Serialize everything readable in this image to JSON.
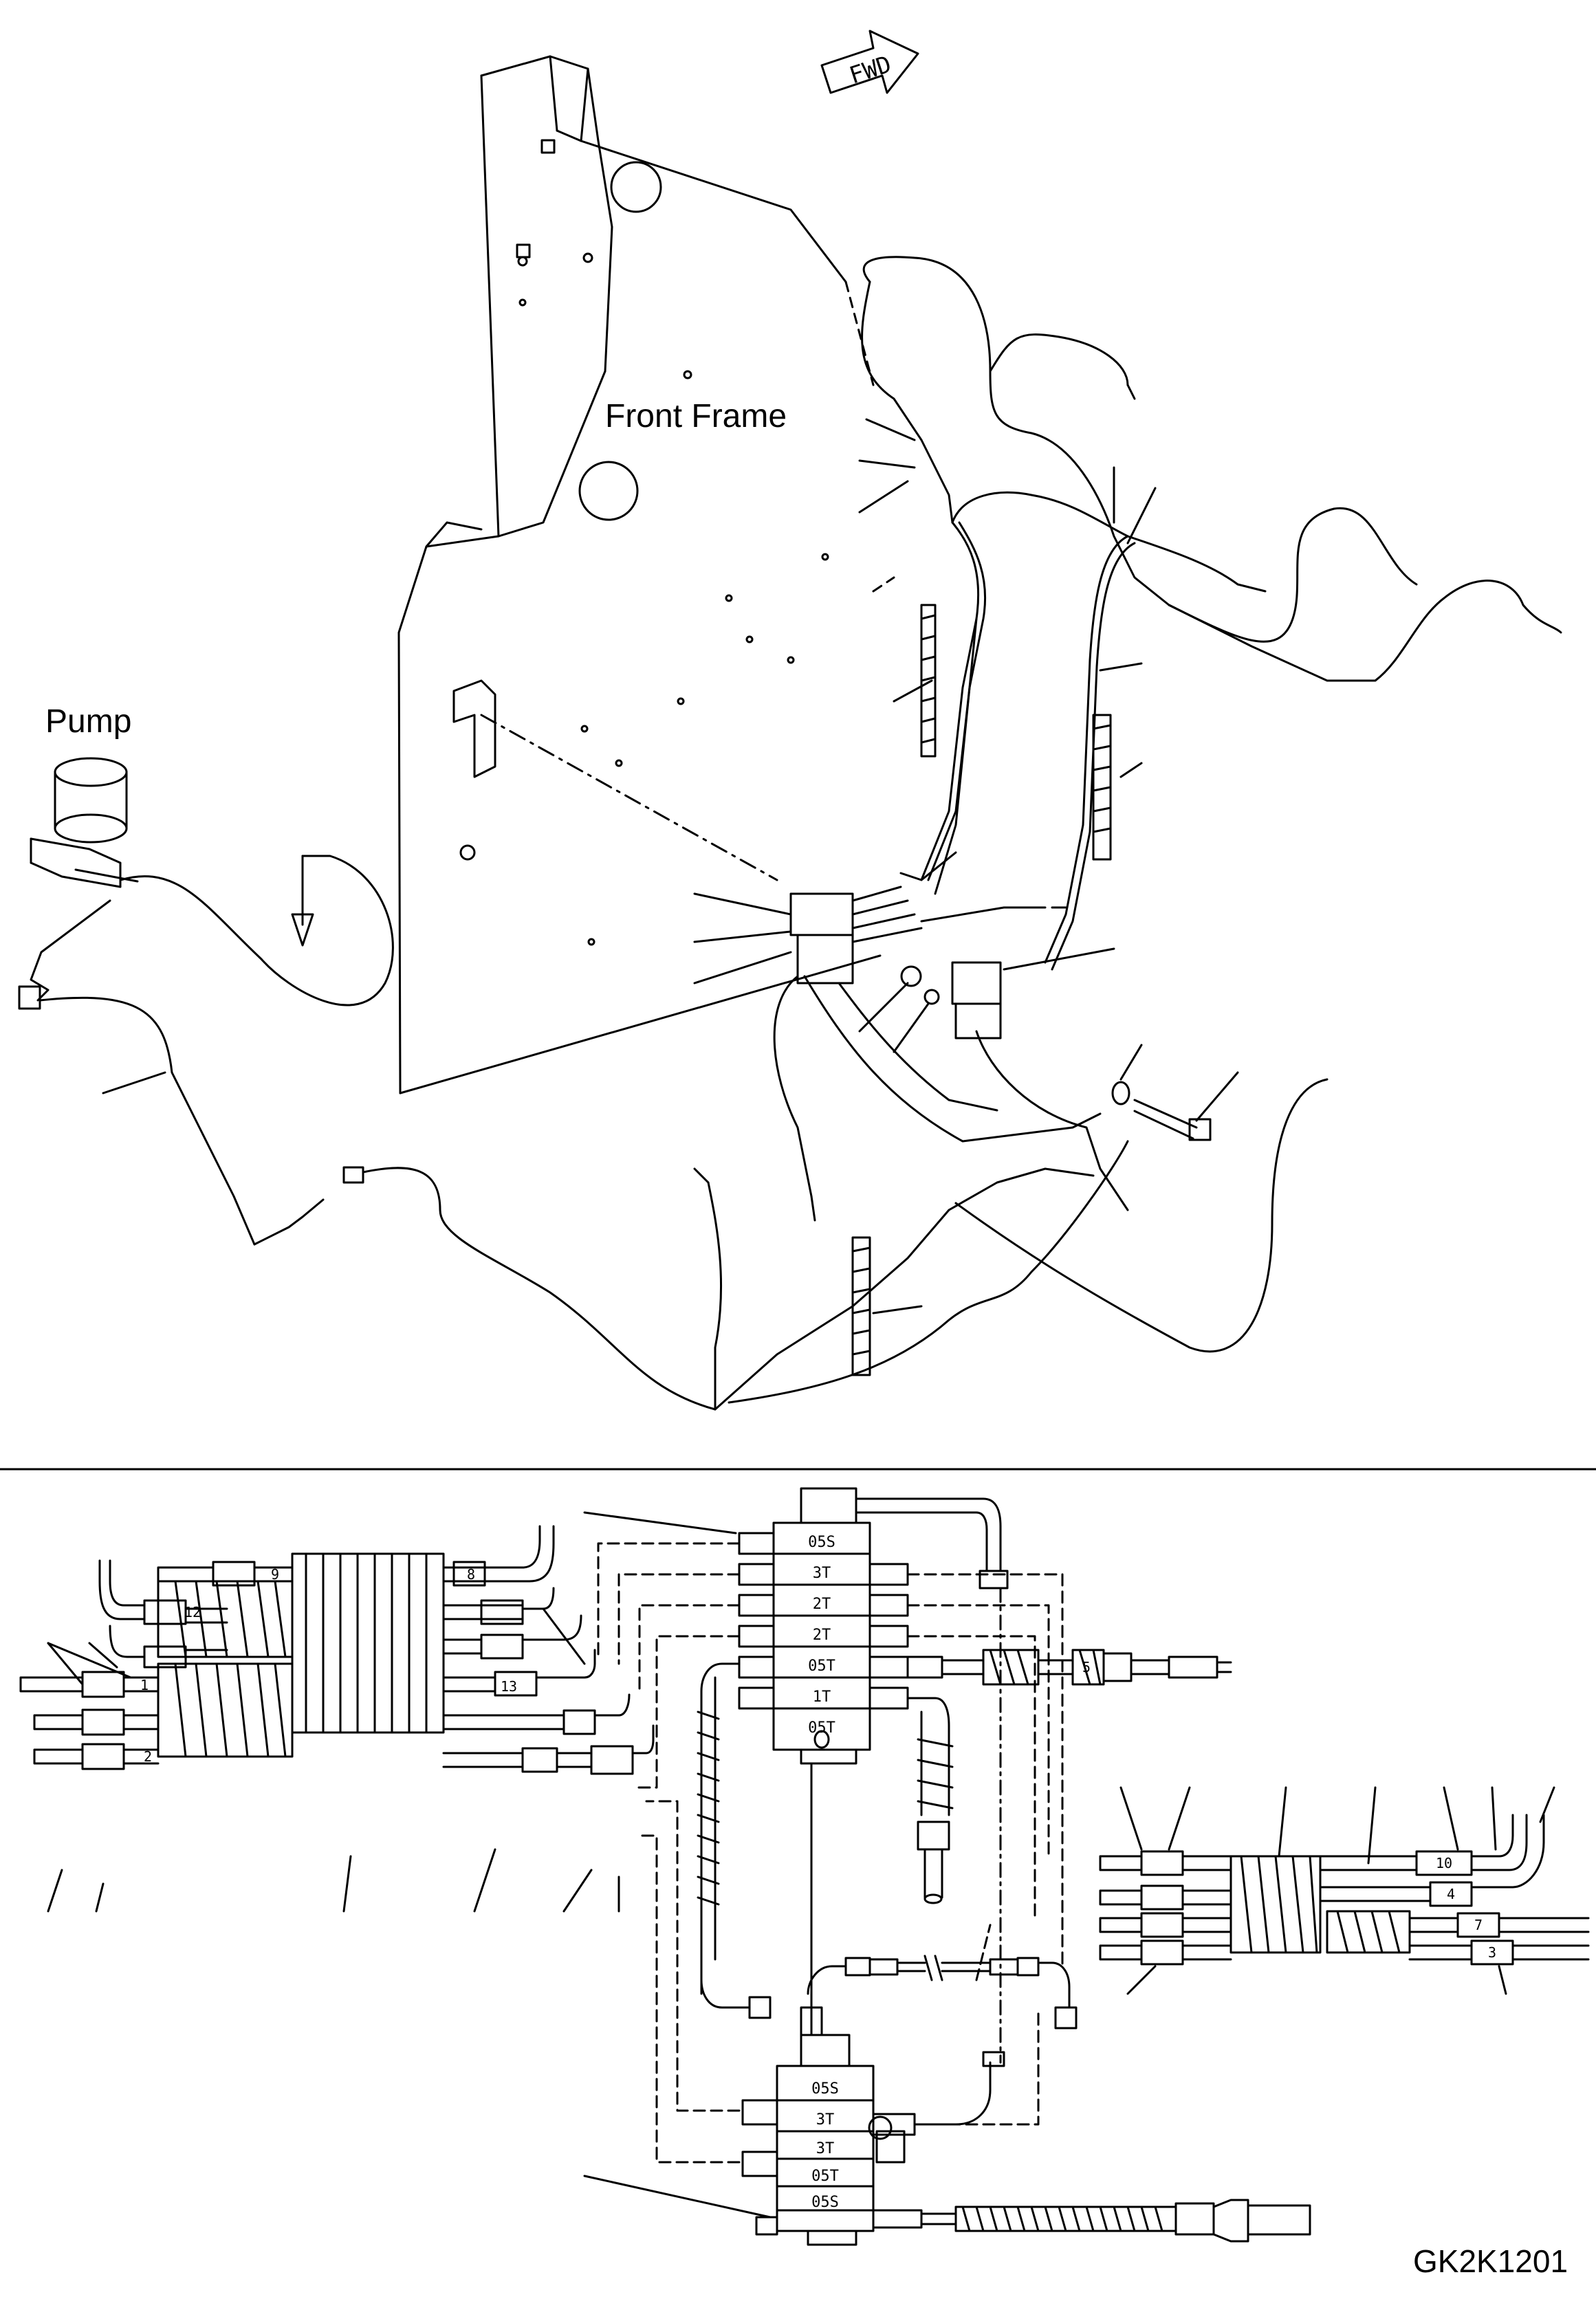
{
  "labels": {
    "front_frame": "Front Frame",
    "pump": "Pump",
    "fwd": "FWD",
    "drawing_code": "GK2K1201"
  },
  "valve_top": {
    "ports": [
      "05S",
      "3T",
      "2T",
      "2T",
      "05T",
      "1T",
      "05T"
    ]
  },
  "valve_bottom": {
    "ports": [
      "05S",
      "3T",
      "3T",
      "05T",
      "05S"
    ]
  },
  "hose_tags": {
    "left": [
      "9",
      "8",
      "12",
      "13",
      "2",
      "1"
    ],
    "right": [
      "10",
      "4",
      "7",
      "3"
    ],
    "center": "5"
  }
}
